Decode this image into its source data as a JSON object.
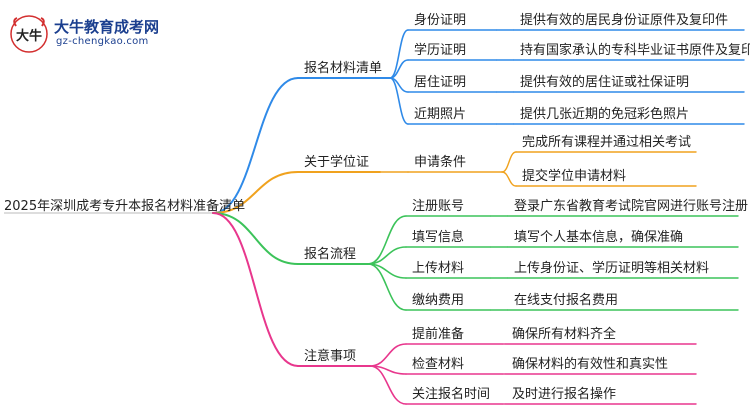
{
  "logo": {
    "title": "大牛教育成考网",
    "subtitle": "gz-chengkao.com",
    "mark_text": "大牛"
  },
  "root": "2025年深圳成考专升本报名材料准备清单",
  "colors": {
    "blue": "#2f8ae8",
    "orange": "#f0a21e",
    "green": "#3cc35a",
    "magenta": "#e8378d",
    "text": "#222222"
  },
  "branches": [
    {
      "label": "报名材料清单",
      "color": "blue",
      "items": [
        {
          "label": "身份证明",
          "detail": "提供有效的居民身份证原件及复印件"
        },
        {
          "label": "学历证明",
          "detail": "持有国家承认的专科毕业证书原件及复印件"
        },
        {
          "label": "居住证明",
          "detail": "提供有效的居住证或社保证明"
        },
        {
          "label": "近期照片",
          "detail": "提供几张近期的免冠彩色照片"
        }
      ]
    },
    {
      "label": "关于学位证",
      "color": "orange",
      "items": [
        {
          "label": "申请条件",
          "details": [
            "完成所有课程并通过相关考试",
            "提交学位申请材料"
          ]
        }
      ]
    },
    {
      "label": "报名流程",
      "color": "green",
      "items": [
        {
          "label": "注册账号",
          "detail": "登录广东省教育考试院官网进行账号注册"
        },
        {
          "label": "填写信息",
          "detail": "填写个人基本信息，确保准确"
        },
        {
          "label": "上传材料",
          "detail": "上传身份证、学历证明等相关材料"
        },
        {
          "label": "缴纳费用",
          "detail": "在线支付报名费用"
        }
      ]
    },
    {
      "label": "注意事项",
      "color": "magenta",
      "items": [
        {
          "label": "提前准备",
          "detail": "确保所有材料齐全"
        },
        {
          "label": "检查材料",
          "detail": "确保材料的有效性和真实性"
        },
        {
          "label": "关注报名时间",
          "detail": "及时进行报名操作"
        }
      ]
    }
  ]
}
